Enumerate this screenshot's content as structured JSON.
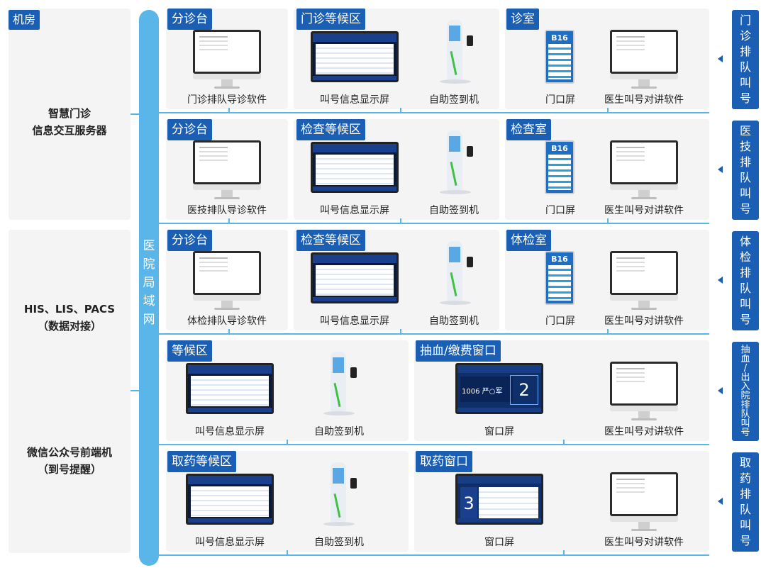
{
  "left": {
    "machine_room_tag": "机房",
    "server_line1": "智慧门诊",
    "server_line2": "信息交互服务器",
    "his_line1": "HIS、LIS、PACS",
    "his_line2": "（数据对接）",
    "wechat_line1": "微信公众号前端机",
    "wechat_line2": "（到号提醒）"
  },
  "lan": {
    "chars": [
      "医",
      "院",
      "局",
      "域",
      "网"
    ]
  },
  "rows": [
    {
      "panels": [
        {
          "tag": "分诊台",
          "devices": [
            {
              "caption": "门诊排队导诊软件"
            }
          ]
        },
        {
          "tag": "门诊等候区",
          "devices": [
            {
              "caption": "叫号信息显示屏"
            },
            {
              "caption": "自助签到机"
            }
          ]
        },
        {
          "tag": "诊室",
          "devices": [
            {
              "caption": "门口屏"
            },
            {
              "caption": "医生叫号对讲软件"
            }
          ]
        }
      ],
      "right_label": [
        "门",
        "诊",
        "排",
        "队",
        "叫",
        "号"
      ]
    },
    {
      "panels": [
        {
          "tag": "分诊台",
          "devices": [
            {
              "caption": "医技排队导诊软件"
            }
          ]
        },
        {
          "tag": "检查等候区",
          "devices": [
            {
              "caption": "叫号信息显示屏"
            },
            {
              "caption": "自助签到机"
            }
          ]
        },
        {
          "tag": "检查室",
          "devices": [
            {
              "caption": "门口屏"
            },
            {
              "caption": "医生叫号对讲软件"
            }
          ]
        }
      ],
      "right_label": [
        "医",
        "技",
        "排",
        "队",
        "叫",
        "号"
      ]
    },
    {
      "panels": [
        {
          "tag": "分诊台",
          "devices": [
            {
              "caption": "体检排队导诊软件"
            }
          ]
        },
        {
          "tag": "检查等候区",
          "devices": [
            {
              "caption": "叫号信息显示屏"
            },
            {
              "caption": "自助签到机"
            }
          ]
        },
        {
          "tag": "体检室",
          "devices": [
            {
              "caption": "门口屏"
            },
            {
              "caption": "医生叫号对讲软件"
            }
          ]
        }
      ],
      "right_label": [
        "体",
        "检",
        "排",
        "队",
        "叫",
        "号"
      ]
    },
    {
      "panels": [
        {
          "tag": "等候区",
          "devices": [
            {
              "caption": "叫号信息显示屏"
            },
            {
              "caption": "自助签到机"
            }
          ]
        },
        {
          "tag": "抽血/缴费窗口",
          "devices": [
            {
              "caption": "窗口屏"
            },
            {
              "caption": "医生叫号对讲软件"
            }
          ]
        }
      ],
      "right_label": [
        "抽",
        "血",
        "/",
        "出",
        "入",
        "院",
        "排",
        "队",
        "叫",
        "号"
      ]
    },
    {
      "panels": [
        {
          "tag": "取药等候区",
          "devices": [
            {
              "caption": "叫号信息显示屏"
            },
            {
              "caption": "自助签到机"
            }
          ]
        },
        {
          "tag": "取药窗口",
          "devices": [
            {
              "caption": "窗口屏"
            },
            {
              "caption": "医生叫号对讲软件"
            }
          ]
        }
      ],
      "right_label": [
        "取",
        "药",
        "排",
        "队",
        "叫",
        "号"
      ]
    }
  ],
  "screens": {
    "door_room": "B16",
    "window_counter": "1006 严○军",
    "window_number": "2",
    "pharmacy_number": "3"
  },
  "colors": {
    "tag_blue": "#1a5fb4",
    "lan_blue": "#5ab6e8",
    "panel_grey": "#f4f4f5"
  }
}
